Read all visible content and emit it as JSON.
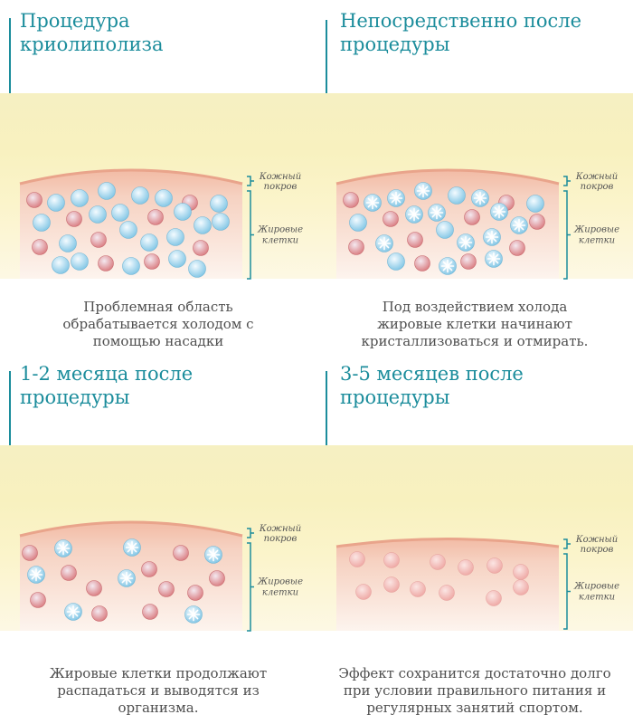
{
  "panels": [
    {
      "title": "Процедура\nкриолиполиза",
      "caption": "Проблемная область\nобрабатывается холодом с\nпомощью насадки",
      "skin_label": [
        "Кожный",
        "покров"
      ],
      "fat_label": [
        "Жировые",
        "клетки"
      ]
    },
    {
      "title": "Непосредственно после\nпроцедуры",
      "caption": "Под воздействием холода\nжировые клетки начинают\nкристаллизоваться и отмирать.",
      "skin_label": [
        "Кожный",
        "покров"
      ],
      "fat_label": [
        "Жировые",
        "клетки"
      ]
    },
    {
      "title": "1-2 месяца после\nпроцедуры",
      "caption": "Жировые клетки продолжают\nраспадаться и выводятся из\nорганизма.",
      "skin_label": [
        "Кожный",
        "покров"
      ],
      "fat_label": [
        "Жировые",
        "клетки"
      ]
    },
    {
      "title": "3-5 месяцев после\nпроцедуры",
      "caption": "Эффект сохранится достаточно долго\nпри условии правильного питания и\nрегулярных занятий спортом.",
      "skin_label": [
        "Кожный",
        "покров"
      ],
      "fat_label": [
        "Жировые",
        "клетки"
      ]
    }
  ],
  "colors": {
    "accent": "#1c8d9c",
    "cell_red": "#e18a88",
    "cell_blue": "#9fd6ec",
    "skin": "#f3c6b2"
  }
}
